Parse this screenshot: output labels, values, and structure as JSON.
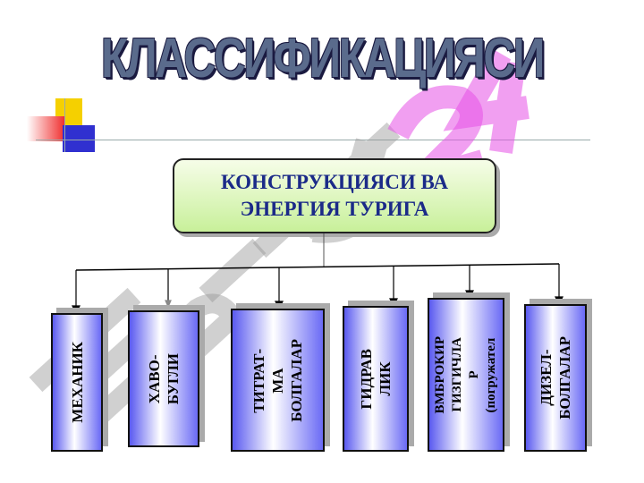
{
  "title": "КЛАССИФИКАЦИЯСИ",
  "center_box": "КОНСТРУКЦИЯСИ  ВА\nЭНЕРГИЯ ТУРИГА",
  "categories": [
    {
      "label": "МЕХАНИК"
    },
    {
      "label": "ХАВО-\nБУГЛИ"
    },
    {
      "label": "ТИТРАТ-\nМА\nБОЛГАЛАР"
    },
    {
      "label": "ГИДРАВ\nЛИК"
    },
    {
      "label": "ВМБРОКИР\nГИЗГИЧЛА\nР\n(погружател"
    },
    {
      "label": "ДИЗЕЛ-\nБОЛГАЛАР"
    }
  ],
  "watermark": {
    "text_a": "hujjat",
    "text_b": "24"
  },
  "colors": {
    "title": "#5a6b8c",
    "center_text": "#1b2a88",
    "box_blue": "#5a5af0",
    "center_green": "#c8f09a"
  }
}
